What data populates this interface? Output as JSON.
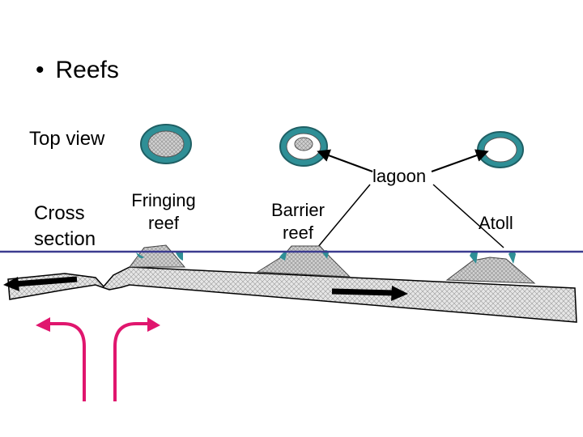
{
  "slide": {
    "bullet": "•",
    "title": "Reefs"
  },
  "labels": {
    "top_view": "Top view",
    "cross_section_line1": "Cross",
    "cross_section_line2": "section",
    "fringing_line1": "Fringing",
    "fringing_line2": "reef",
    "barrier_line1": "Barrier",
    "barrier_line2": "reef",
    "atoll": "Atoll",
    "lagoon": "lagoon"
  },
  "colors": {
    "water_ring": "#2f8f96",
    "sea_level": "#3b3b8f",
    "reef_fill": "#d4d4d4",
    "plate_fill": "#e8e8e8",
    "mantle_arrow": "#e0166e",
    "motion_arrow": "#000000"
  }
}
